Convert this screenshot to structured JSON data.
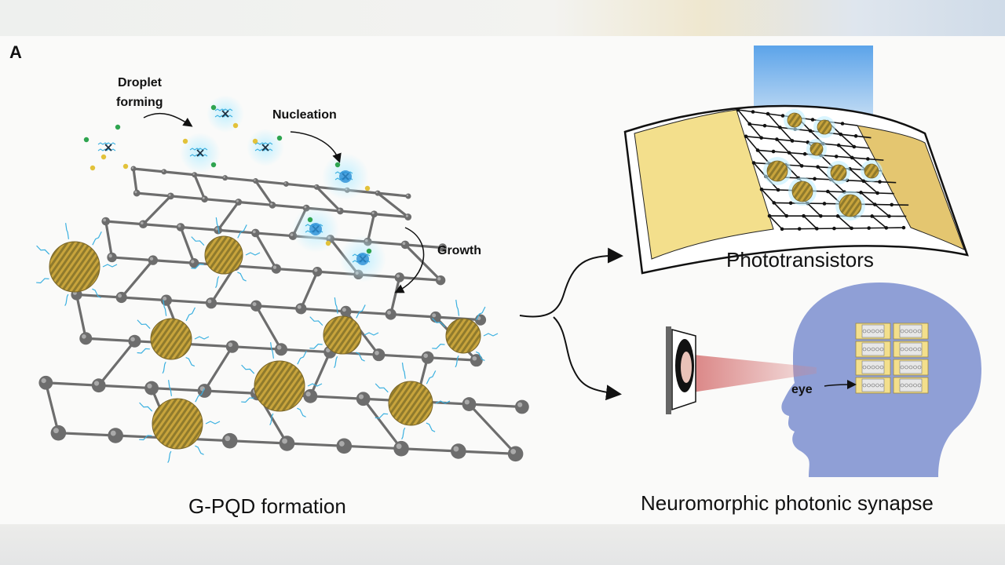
{
  "figure": {
    "panel_letter": "A",
    "steps": {
      "droplet_line1": "Droplet",
      "droplet_line2": "forming",
      "nucleation": "Nucleation",
      "growth": "Growth"
    },
    "captions": {
      "left": "G-PQD formation",
      "phototransistors": "Phototransistors",
      "synapse": "Neuromorphic photonic synapse",
      "eye": "eye"
    }
  },
  "colors": {
    "graphene_node": "#6d6d6d",
    "quantum_dot": "#c8a43c",
    "ligand": "#3ab0e0",
    "electrode": "#f3df8c",
    "head": "#8f9fd6",
    "light_beam": "#4a9ae8",
    "eye_beam": "#d98080"
  }
}
